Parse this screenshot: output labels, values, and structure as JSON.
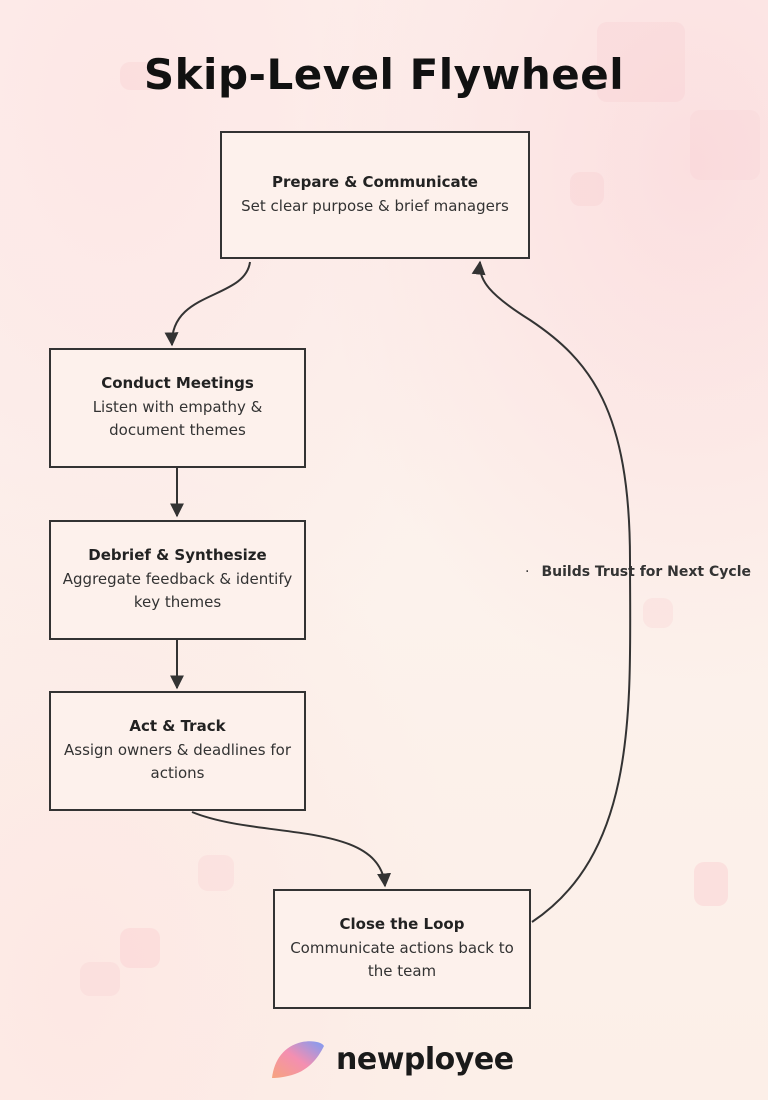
{
  "title": "Skip-Level Flywheel",
  "steps": [
    {
      "title": "Prepare & Communicate",
      "desc": "Set clear purpose & brief managers"
    },
    {
      "title": "Conduct Meetings",
      "desc": "Listen with empathy & document themes"
    },
    {
      "title": "Debrief & Synthesize",
      "desc": "Aggregate feedback & identify key themes"
    },
    {
      "title": "Act & Track",
      "desc": "Assign owners & deadlines for actions"
    },
    {
      "title": "Close the Loop",
      "desc": "Communicate actions back to the team"
    }
  ],
  "loop_label": "Builds Trust for Next Cycle",
  "brand": {
    "name": "newployee"
  },
  "colors": {
    "box_border": "#333333",
    "arrow": "#333333",
    "background": "#fcefe9"
  }
}
